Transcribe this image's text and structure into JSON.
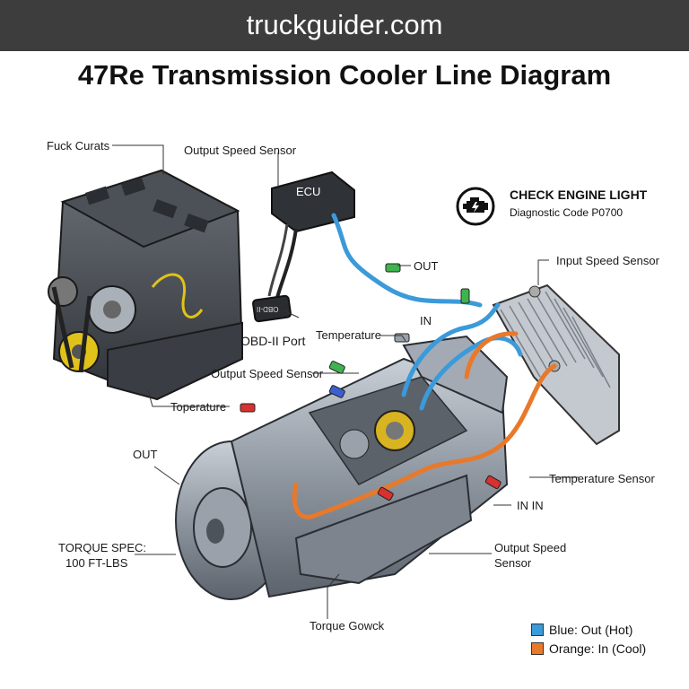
{
  "site": "truckguider.com",
  "title": "47Re Transmission Cooler Line Diagram",
  "labels": {
    "fuck_curats": "Fuck Curats",
    "output_speed_sensor_top": "Output Speed Sensor",
    "ecu": "ECU",
    "obd_port": "OBD-II Port",
    "obd_plug": "OBD-II",
    "out_top": "OUT",
    "in_top": "IN",
    "temperature_mid": "Temperature",
    "output_speed_sensor_mid": "Output Speed Sensor",
    "toperature": "Toperature",
    "out_left": "OUT",
    "torque_spec_line1": "TORQUE SPEC:",
    "torque_spec_line2": "100 FT-LBS",
    "input_speed_sensor": "Input Speed Sensor",
    "temperature_sensor": "Temperature Sensor",
    "in_in": "IN IN",
    "output_speed_line1": "Output Speed",
    "output_speed_line2": "Sensor",
    "torque_gowck": "Torque Gowck"
  },
  "check_engine": {
    "title": "CHECK ENGINE LIGHT",
    "subtitle": "Diagnostic Code P0700",
    "icon": "check-engine-icon"
  },
  "legend": [
    {
      "label": "Blue: Out (Hot)",
      "color": "#3b9ad9"
    },
    {
      "label": "Orange: In (Cool)",
      "color": "#e8792b"
    }
  ],
  "colors": {
    "out_hot_line": "#3b9ad9",
    "in_cool_line": "#e8792b",
    "banner": "#3d3d3d",
    "casing": "#8e96a0"
  }
}
